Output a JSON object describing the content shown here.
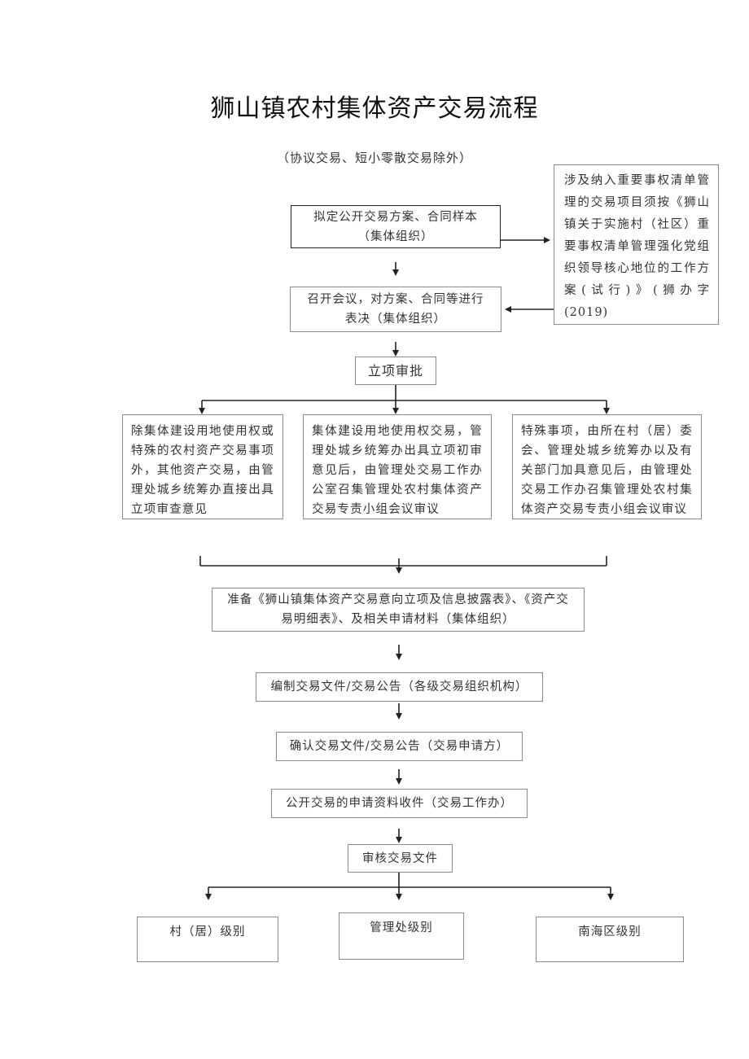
{
  "title": "狮山镇农村集体资产交易流程",
  "subtitle": "（协议交易、短小零散交易除外）",
  "steps": {
    "draft": "拟定公开交易方案、合同样本（集体组织）",
    "meeting": "召开会议，对方案、合同等进行表决（集体组织）",
    "approval": "立项审批",
    "side_note": "涉及纳入重要事权清单管理的交易项目须按《狮山镇关于实施村（社区）重要事权清单管理强化党组织领导核心地位的工作方案(试行)》(狮办字(2019)",
    "branch_left": "除集体建设用地使用权或特殊的农村资产交易事项外，其他资产交易，由管理处城乡统筹办直接出具立项审查意见",
    "branch_mid": "集体建设用地使用权交易，管理处城乡统筹办出具立项初审意见后，由管理处交易工作办公室召集管理处农村集体资产交易专责小组会议审议",
    "branch_right": "特殊事项，由所在村（居）委会、管理处城乡统筹办以及有关部门加具意见后，由管理处交易工作办召集管理处农村集体资产交易专责小组会议审议",
    "prepare": "准备《狮山镇集体资产交易意向立项及信息披露表》、《资产交易明细表》、及相关申请材料（集体组织）",
    "compile": "编制交易文件/交易公告（各级交易组织机构）",
    "confirm": "确认交易文件/交易公告（交易申请方）",
    "collect": "公开交易的申请资料收件（交易工作办）",
    "review": "审核交易文件",
    "level_village": "村（居）级别",
    "level_office": "管理处级别",
    "level_district": "南海区级别"
  }
}
